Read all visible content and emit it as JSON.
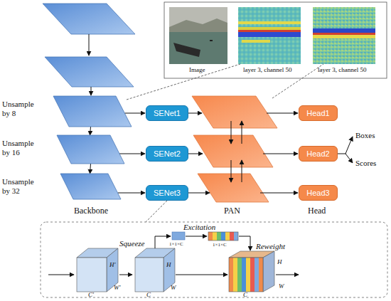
{
  "diagram": {
    "nodes": [
      {
        "text": [
          "Unsample by 8"
        ]
      },
      {
        "text": [
          "Unsample by 16"
        ]
      },
      {
        "text": [
          "Unsample by 32"
        ]
      },
      {
        "text": [
          "SENet1"
        ]
      },
      {
        "text": [
          "SENet2"
        ]
      },
      {
        "text": [
          "SENet3"
        ]
      },
      {
        "text": [
          "Head1"
        ]
      },
      {
        "text": [
          "Head2"
        ]
      },
      {
        "text": [
          "Head3"
        ]
      }
    ],
    "edges": [
      {
        "from": 0,
        "to": 1,
        "arrow": "to"
      },
      {
        "from": 1,
        "to": 2,
        "arrow": "to"
      },
      {
        "from": 0,
        "to": 3,
        "arrow": "to"
      },
      {
        "from": 1,
        "to": 4,
        "arrow": "to"
      },
      {
        "from": 2,
        "to": 5,
        "arrow": "to"
      }
    ],
    "labels": [
      "Image",
      "layer 3, channel 50",
      "layer 3, channel 50",
      "Backbone",
      "PAN",
      "Head",
      "Boxes",
      "Scores",
      "Squeeze",
      "Excitation",
      "1×1×C",
      "1×1×C",
      "Reweight",
      "H'",
      "W'",
      "C'",
      "H",
      "W",
      "C",
      "H",
      "W",
      "C"
    ]
  }
}
